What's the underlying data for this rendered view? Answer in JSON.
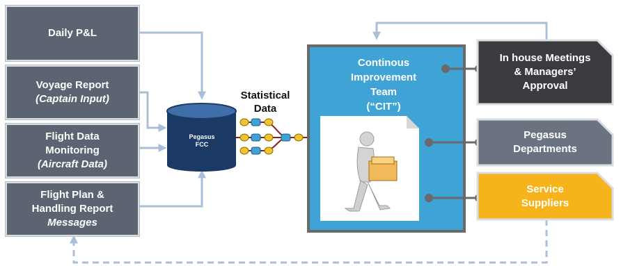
{
  "sources": [
    {
      "id": "daily-pl",
      "line1": "Daily P&L",
      "line2": "",
      "line3": ""
    },
    {
      "id": "voyage-report",
      "line1": "Voyage Report",
      "line2": "(Captain Input)",
      "line3": ""
    },
    {
      "id": "flight-data-monitoring",
      "line1": "Flight Data",
      "line2": "Monitoring",
      "line3": "(Aircraft Data)"
    },
    {
      "id": "flight-plan",
      "line1": "Flight Plan &",
      "line2": "Handling Report",
      "line3": "Messages"
    }
  ],
  "database": {
    "line1": "Pegasus",
    "line2": "FCC"
  },
  "statistical": {
    "line1": "Statistical",
    "line2": "Data"
  },
  "cit": {
    "line1": "Continous",
    "line2": "Improvement",
    "line3": "Team",
    "line4": "(“CIT”)"
  },
  "outputs": [
    {
      "id": "in-house-meetings",
      "line1": "In house Meetings",
      "line2": "& Managers’",
      "line3": "Approval"
    },
    {
      "id": "pegasus-departments",
      "line1": "Pegasus",
      "line2": "Departments"
    },
    {
      "id": "service-suppliers",
      "line1": "Service",
      "line2": "Suppliers"
    }
  ],
  "colors": {
    "source_fill": "#5b6470",
    "cit_fill": "#3fa3d6",
    "db_fill": "#1c3a66",
    "dark_box": "#3a3b3f",
    "gray_box": "#6b7380",
    "supplier_fill": "#f6b31b",
    "connector": "#a9bfd9"
  }
}
